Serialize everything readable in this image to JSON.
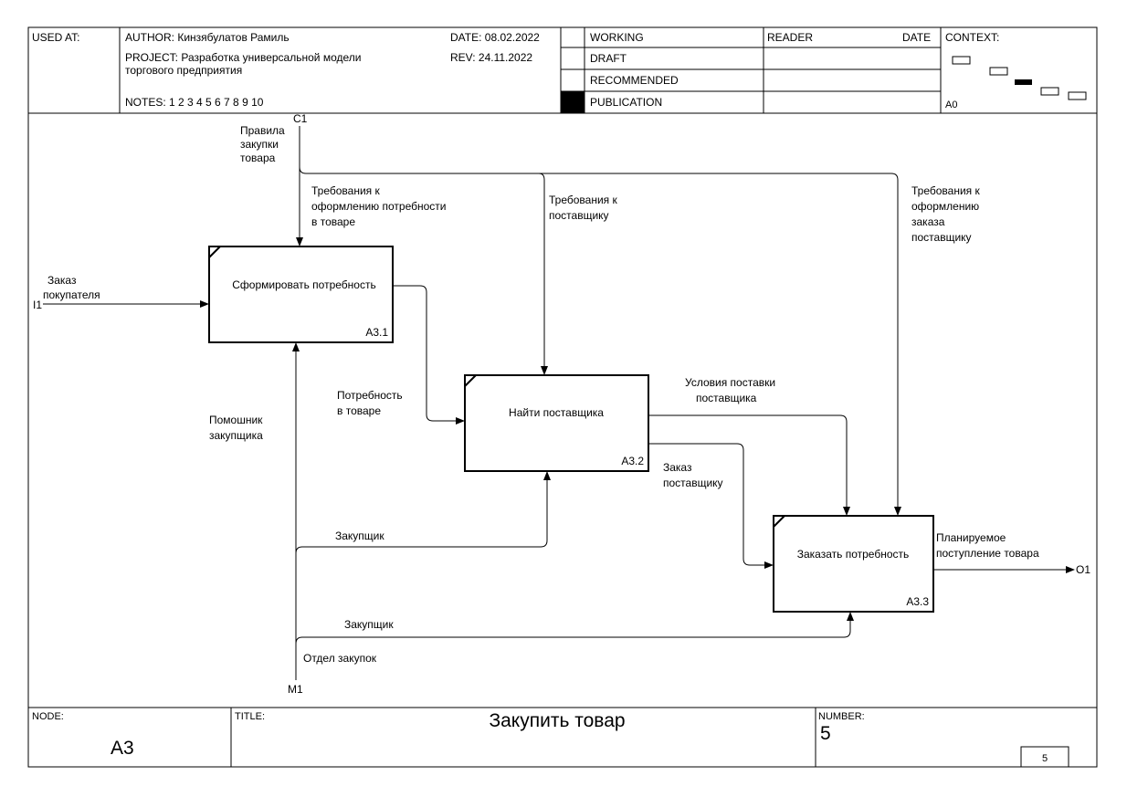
{
  "header": {
    "used_at": "USED AT:",
    "author": "AUTHOR:  Кинзябулатов Рамиль",
    "date": "DATE:  08.02.2022",
    "project_line1": "PROJECT:  Разработка универсальной модели",
    "project_line2": "торгового предприятия",
    "rev": "REV:   24.11.2022",
    "notes": "NOTES:  1  2  3  4  5  6  7  8  9  10",
    "status_working": "WORKING",
    "status_draft": "DRAFT",
    "status_recommended": "RECOMMENDED",
    "status_publication": "PUBLICATION",
    "reader": "READER",
    "reader_date": "DATE",
    "context": "CONTEXT:",
    "context_node": "A0"
  },
  "boxes": [
    {
      "label": "Сформировать потребность",
      "id": "A3.1"
    },
    {
      "label": "Найти поставщика",
      "id": "A3.2"
    },
    {
      "label": "Заказать потребность",
      "id": "A3.3"
    }
  ],
  "labels": {
    "c1": "C1",
    "i1": "I1",
    "m1": "M1",
    "o1": "O1",
    "rules": [
      "Правила",
      "закупки",
      "товара"
    ],
    "req_need": [
      "Требования к",
      "оформлению потребности",
      "в товаре"
    ],
    "req_supplier": [
      "Требования к",
      "поставщику"
    ],
    "req_order": [
      "Требования к",
      "оформлению",
      "заказа",
      "поставщику"
    ],
    "customer_order": [
      "Заказ",
      "покупателя"
    ],
    "need_goods": [
      "Потребность",
      "в товаре"
    ],
    "assistant": [
      "Помошник",
      "закупщика"
    ],
    "supply_terms": [
      "Условия поставки",
      "поставщика"
    ],
    "supplier_order": [
      "Заказ",
      "поставщику"
    ],
    "buyer1": "Закупщик",
    "buyer2": "Закупщик",
    "dept": "Отдел закупок",
    "planned": [
      "Планируемое",
      "поступление товара"
    ]
  },
  "footer": {
    "node_label": "NODE:",
    "node_value": "A3",
    "title_label": "TITLE:",
    "title_value": "Закупить товар",
    "number_label": "NUMBER:",
    "number_value": "5",
    "page": "5"
  }
}
